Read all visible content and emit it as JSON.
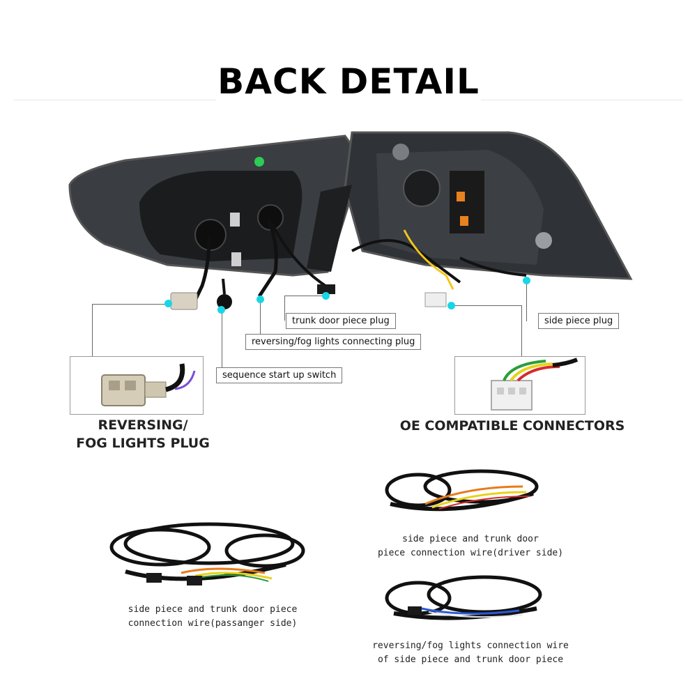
{
  "header": {
    "title": "BACK DETAIL"
  },
  "callouts": {
    "trunk_plug": "trunk door piece plug",
    "reversing_plug": "reversing/fog lights connecting plug",
    "sequence_switch": "sequence start up switch",
    "side_plug": "side piece plug"
  },
  "insets": {
    "left_label_line1": "REVERSING/",
    "left_label_line2": "FOG LIGHTS PLUG",
    "right_label": "OE COMPATIBLE CONNECTORS"
  },
  "wires": {
    "passenger_line1": "side piece and trunk door piece",
    "passenger_line2": "connection wire(passanger side)",
    "driver_line1": "side piece and trunk door",
    "driver_line2": "piece connection wire(driver side)",
    "reversing_line1": "reversing/fog lights connection wire",
    "reversing_line2": "of side piece and trunk door piece"
  },
  "colors": {
    "accent_dot": "#19d6e6",
    "housing": "#2a2c2f"
  }
}
